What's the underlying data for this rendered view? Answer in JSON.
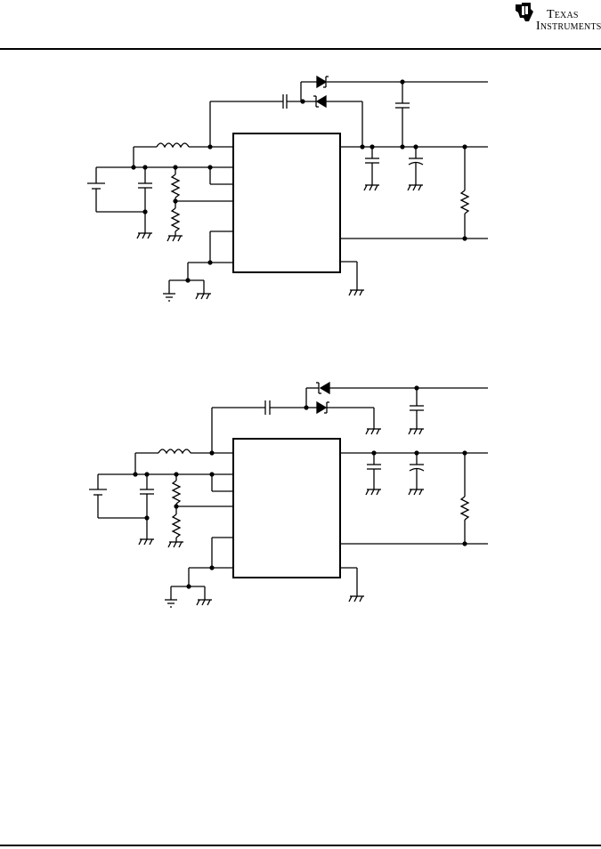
{
  "header": {
    "brand_line1": "Texas",
    "brand_line2": "Instruments",
    "logo_icon": "ti-logo-icon"
  },
  "figures": [
    {
      "id": "schematic-1"
    },
    {
      "id": "schematic-2"
    }
  ]
}
